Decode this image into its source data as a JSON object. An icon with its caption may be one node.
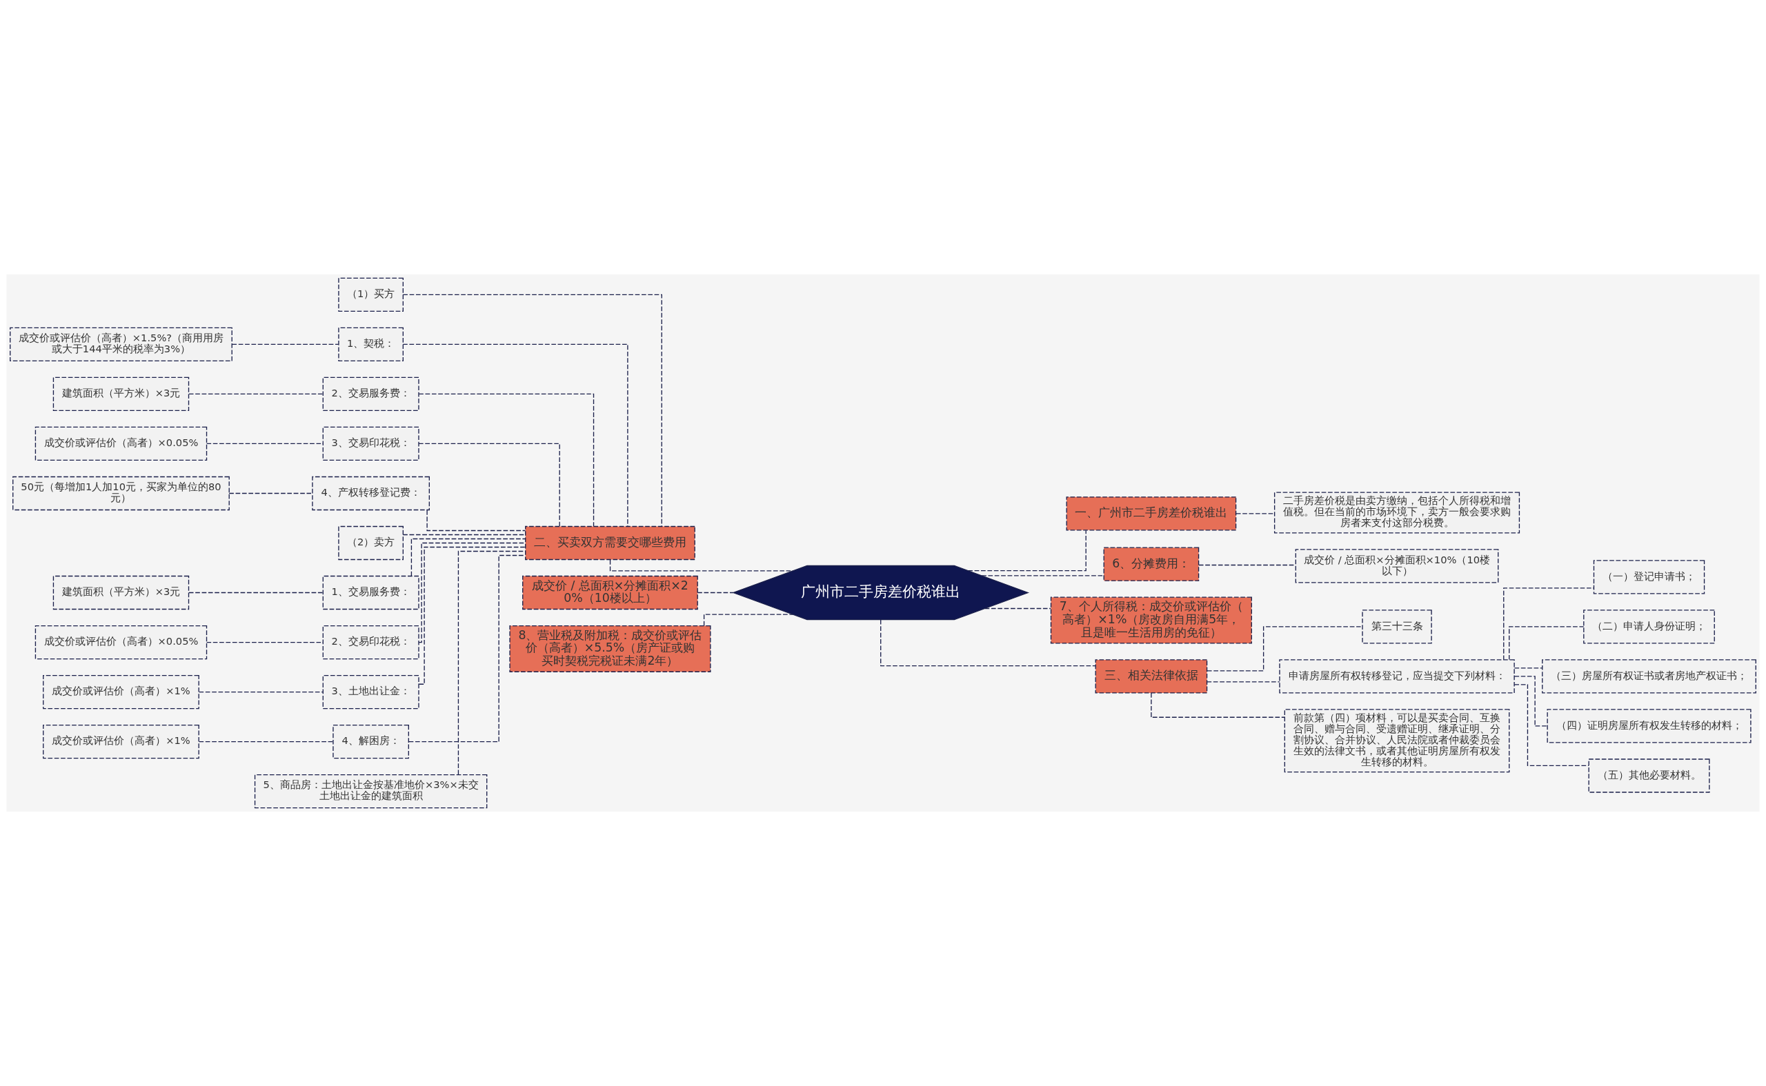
{
  "diagram": {
    "nodes": [
      {
        "text": [
          "广州市二手房差价税谁出"
        ]
      },
      {
        "text": [
          "二、买卖双方需要交哪些费用"
        ]
      },
      {
        "text": [
          "（1）买方"
        ]
      },
      {
        "text": [
          "1、契税："
        ]
      },
      {
        "text": [
          "成交价或评估价（高者）×1.5%?（商用用房或大于144平米的税率为3%）"
        ]
      },
      {
        "text": [
          "2、交易服务费："
        ]
      },
      {
        "text": [
          "建筑面积（平方米）×3元"
        ]
      },
      {
        "text": [
          "3、交易印花税："
        ]
      },
      {
        "text": [
          "成交价或评估价（高者）×0.05%"
        ]
      },
      {
        "text": [
          "4、产权转移登记费："
        ]
      },
      {
        "text": [
          "50元（每增加1人加10元，买家为单位的80元）"
        ]
      },
      {
        "text": [
          "（2）卖方"
        ]
      },
      {
        "text": [
          "1、交易服务费："
        ]
      },
      {
        "text": [
          "建筑面积（平方米）×3元"
        ]
      },
      {
        "text": [
          "2、交易印花税："
        ]
      },
      {
        "text": [
          "成交价或评估价（高者）×0.05%"
        ]
      },
      {
        "text": [
          "3、土地出让金："
        ]
      },
      {
        "text": [
          "成交价或评估价（高者）×1%"
        ]
      },
      {
        "text": [
          "4、解困房："
        ]
      },
      {
        "text": [
          "成交价或评估价（高者）×1%"
        ]
      },
      {
        "text": [
          "5、商品房：土地出让金按基准地价×3%×未交土地出让金的建筑面积"
        ]
      },
      {
        "text": [
          "成交价 / 总面积×分摊面积×20%（10楼以上）"
        ]
      },
      {
        "text": [
          "8、营业税及附加税：成交价或评估价（高者）×5.5%（房产证或购买时契税完税证未满2年）"
        ]
      },
      {
        "text": [
          "一、广州市二手房差价税谁出"
        ]
      },
      {
        "text": [
          "二手房差价税是由卖方缴纳，包括个人所得税和增值税。但在当前的市场环境下，卖方一般会要求购房者来支付这部分税费。"
        ]
      },
      {
        "text": [
          "6、分摊费用："
        ]
      },
      {
        "text": [
          "成交价 / 总面积×分摊面积×10%（10楼以下）"
        ]
      },
      {
        "text": [
          "7、个人所得税：成交价或评估价（高者）×1%（房改房自用满5年，且是唯一生活用房的免征）"
        ]
      },
      {
        "text": [
          "三、相关法律依据"
        ]
      },
      {
        "text": [
          "第三十三条"
        ]
      },
      {
        "text": [
          "申请房屋所有权转移登记，应当提交下列材料："
        ]
      },
      {
        "text": [
          "（一）登记申请书；"
        ]
      },
      {
        "text": [
          "（二）申请人身份证明；"
        ]
      },
      {
        "text": [
          "（三）房屋所有权证书或者房地产权证书；"
        ]
      },
      {
        "text": [
          "（四）证明房屋所有权发生转移的材料；"
        ]
      },
      {
        "text": [
          "（五）其他必要材料。"
        ]
      },
      {
        "text": [
          "前款第（四）项材料，可以是买卖合同、互换合同、赠与合同、受遗赠证明、继承证明、分割协议、合并协议、人民法院或者仲裁委员会生效的法律文书，或者其他证明房屋所有权发生转移的材料。"
        ]
      }
    ],
    "edges": [
      {
        "from": 0,
        "to": 1,
        "arrow": "none"
      },
      {
        "from": 1,
        "to": 2,
        "arrow": "none"
      },
      {
        "from": 1,
        "to": 3,
        "arrow": "none"
      },
      {
        "from": 3,
        "to": 4,
        "arrow": "none"
      },
      {
        "from": 1,
        "to": 5,
        "arrow": "none"
      },
      {
        "from": 5,
        "to": 6,
        "arrow": "none"
      },
      {
        "from": 1,
        "to": 7,
        "arrow": "none"
      },
      {
        "from": 7,
        "to": 8,
        "arrow": "none"
      },
      {
        "from": 1,
        "to": 9,
        "arrow": "none"
      },
      {
        "from": 9,
        "to": 10,
        "arrow": "none"
      },
      {
        "from": 1,
        "to": 11,
        "arrow": "none"
      },
      {
        "from": 1,
        "to": 12,
        "arrow": "none"
      },
      {
        "from": 12,
        "to": 13,
        "arrow": "none"
      },
      {
        "from": 1,
        "to": 14,
        "arrow": "none"
      },
      {
        "from": 14,
        "to": 15,
        "arrow": "none"
      },
      {
        "from": 1,
        "to": 16,
        "arrow": "none"
      },
      {
        "from": 16,
        "to": 17,
        "arrow": "none"
      },
      {
        "from": 1,
        "to": 18,
        "arrow": "none"
      },
      {
        "from": 18,
        "to": 19,
        "arrow": "none"
      },
      {
        "from": 1,
        "to": 20,
        "arrow": "none"
      },
      {
        "from": 0,
        "to": 21,
        "arrow": "none"
      },
      {
        "from": 0,
        "to": 22,
        "arrow": "none"
      },
      {
        "from": 0,
        "to": 23,
        "arrow": "none"
      },
      {
        "from": 23,
        "to": 24,
        "arrow": "none"
      },
      {
        "from": 0,
        "to": 25,
        "arrow": "none"
      },
      {
        "from": 25,
        "to": 26,
        "arrow": "none"
      },
      {
        "from": 0,
        "to": 27,
        "arrow": "none"
      },
      {
        "from": 0,
        "to": 28,
        "arrow": "none"
      },
      {
        "from": 28,
        "to": 29,
        "arrow": "none"
      },
      {
        "from": 28,
        "to": 30,
        "arrow": "none"
      },
      {
        "from": 30,
        "to": 31,
        "arrow": "none"
      },
      {
        "from": 30,
        "to": 32,
        "arrow": "none"
      },
      {
        "from": 30,
        "to": 33,
        "arrow": "none"
      },
      {
        "from": 30,
        "to": 34,
        "arrow": "none"
      },
      {
        "from": 30,
        "to": 35,
        "arrow": "none"
      },
      {
        "from": 28,
        "to": 36,
        "arrow": "none"
      }
    ]
  }
}
